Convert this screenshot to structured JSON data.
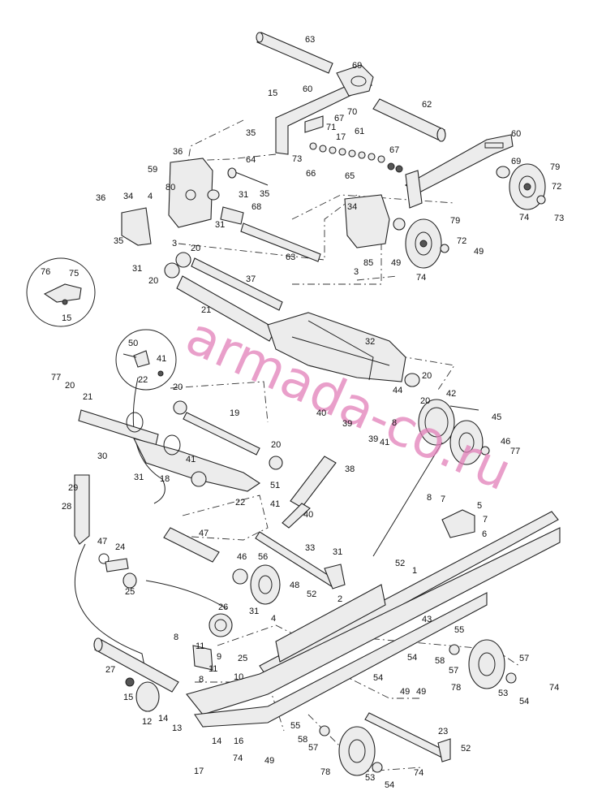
{
  "watermark": "armada-co.ru",
  "callouts": [
    {
      "id": "c63a",
      "text": "63"
    },
    {
      "id": "c69a",
      "text": "69"
    },
    {
      "id": "c60a",
      "text": "60"
    },
    {
      "id": "c15a",
      "text": "15"
    },
    {
      "id": "c70",
      "text": "70"
    },
    {
      "id": "c67a",
      "text": "67"
    },
    {
      "id": "c71",
      "text": "71"
    },
    {
      "id": "c61",
      "text": "61"
    },
    {
      "id": "c17a",
      "text": "17"
    },
    {
      "id": "c62",
      "text": "62"
    },
    {
      "id": "c60b",
      "text": "60"
    },
    {
      "id": "c35a",
      "text": "35"
    },
    {
      "id": "c73a",
      "text": "73"
    },
    {
      "id": "c66",
      "text": "66"
    },
    {
      "id": "c65",
      "text": "65"
    },
    {
      "id": "c67b",
      "text": "67"
    },
    {
      "id": "c36a",
      "text": "36"
    },
    {
      "id": "c64",
      "text": "64"
    },
    {
      "id": "c59",
      "text": "59"
    },
    {
      "id": "c80",
      "text": "80"
    },
    {
      "id": "c35b",
      "text": "35"
    },
    {
      "id": "c36b",
      "text": "36"
    },
    {
      "id": "c34a",
      "text": "34"
    },
    {
      "id": "c4a",
      "text": "4"
    },
    {
      "id": "c31a",
      "text": "31"
    },
    {
      "id": "c68",
      "text": "68"
    },
    {
      "id": "c35c",
      "text": "35"
    },
    {
      "id": "c31b",
      "text": "31"
    },
    {
      "id": "c69b",
      "text": "69"
    },
    {
      "id": "c79a",
      "text": "79"
    },
    {
      "id": "c72a",
      "text": "72"
    },
    {
      "id": "c74a",
      "text": "74"
    },
    {
      "id": "c73b",
      "text": "73"
    },
    {
      "id": "c34b",
      "text": "34"
    },
    {
      "id": "c79b",
      "text": "79"
    },
    {
      "id": "c3a",
      "text": "3"
    },
    {
      "id": "c20a",
      "text": "20"
    },
    {
      "id": "c63b",
      "text": "63"
    },
    {
      "id": "c72b",
      "text": "72"
    },
    {
      "id": "c85",
      "text": "85"
    },
    {
      "id": "c49a",
      "text": "49"
    },
    {
      "id": "c49b",
      "text": "49"
    },
    {
      "id": "c3b",
      "text": "3"
    },
    {
      "id": "c74b",
      "text": "74"
    },
    {
      "id": "c76",
      "text": "76"
    },
    {
      "id": "c75",
      "text": "75"
    },
    {
      "id": "c15b",
      "text": "15"
    },
    {
      "id": "c31c",
      "text": "31"
    },
    {
      "id": "c37",
      "text": "37"
    },
    {
      "id": "c20b",
      "text": "20"
    },
    {
      "id": "c21a",
      "text": "21"
    },
    {
      "id": "c32",
      "text": "32"
    },
    {
      "id": "c50",
      "text": "50"
    },
    {
      "id": "c41a",
      "text": "41"
    },
    {
      "id": "c22a",
      "text": "22"
    },
    {
      "id": "c20c",
      "text": "20"
    },
    {
      "id": "c77a",
      "text": "77"
    },
    {
      "id": "c20d",
      "text": "20"
    },
    {
      "id": "c20e",
      "text": "20"
    },
    {
      "id": "c44",
      "text": "44"
    },
    {
      "id": "c42",
      "text": "42"
    },
    {
      "id": "c21b",
      "text": "21"
    },
    {
      "id": "c20f",
      "text": "20"
    },
    {
      "id": "c40a",
      "text": "40"
    },
    {
      "id": "c39a",
      "text": "39"
    },
    {
      "id": "c8a",
      "text": "8"
    },
    {
      "id": "c19",
      "text": "19"
    },
    {
      "id": "c45",
      "text": "45"
    },
    {
      "id": "c39b",
      "text": "39"
    },
    {
      "id": "c41b",
      "text": "41"
    },
    {
      "id": "c46a",
      "text": "46"
    },
    {
      "id": "c77b",
      "text": "77"
    },
    {
      "id": "c30",
      "text": "30"
    },
    {
      "id": "c20g",
      "text": "20"
    },
    {
      "id": "c41c",
      "text": "41"
    },
    {
      "id": "c38",
      "text": "38"
    },
    {
      "id": "c31d",
      "text": "31"
    },
    {
      "id": "c18",
      "text": "18"
    },
    {
      "id": "c51",
      "text": "51"
    },
    {
      "id": "c29",
      "text": "29"
    },
    {
      "id": "c22b",
      "text": "22"
    },
    {
      "id": "c8b",
      "text": "8"
    },
    {
      "id": "c7a",
      "text": "7"
    },
    {
      "id": "c5",
      "text": "5"
    },
    {
      "id": "c28",
      "text": "28"
    },
    {
      "id": "c41d",
      "text": "41"
    },
    {
      "id": "c40b",
      "text": "40"
    },
    {
      "id": "c7b",
      "text": "7"
    },
    {
      "id": "c6",
      "text": "6"
    },
    {
      "id": "c47a",
      "text": "47"
    },
    {
      "id": "c33",
      "text": "33"
    },
    {
      "id": "c31e",
      "text": "31"
    },
    {
      "id": "c47b",
      "text": "47"
    },
    {
      "id": "c24",
      "text": "24"
    },
    {
      "id": "c46b",
      "text": "46"
    },
    {
      "id": "c56",
      "text": "56"
    },
    {
      "id": "c52a",
      "text": "52"
    },
    {
      "id": "c1",
      "text": "1"
    },
    {
      "id": "c48",
      "text": "48"
    },
    {
      "id": "c52b",
      "text": "52"
    },
    {
      "id": "c25a",
      "text": "25"
    },
    {
      "id": "c2",
      "text": "2"
    },
    {
      "id": "c26",
      "text": "26"
    },
    {
      "id": "c31f",
      "text": "31"
    },
    {
      "id": "c4b",
      "text": "4"
    },
    {
      "id": "c43",
      "text": "43"
    },
    {
      "id": "c55a",
      "text": "55"
    },
    {
      "id": "c8c",
      "text": "8"
    },
    {
      "id": "c11a",
      "text": "11"
    },
    {
      "id": "c9",
      "text": "9"
    },
    {
      "id": "c25b",
      "text": "25"
    },
    {
      "id": "c54a",
      "text": "54"
    },
    {
      "id": "c58a",
      "text": "58"
    },
    {
      "id": "c57a",
      "text": "57"
    },
    {
      "id": "c27",
      "text": "27"
    },
    {
      "id": "c11b",
      "text": "11"
    },
    {
      "id": "c57b",
      "text": "57"
    },
    {
      "id": "c8d",
      "text": "8"
    },
    {
      "id": "c10",
      "text": "10"
    },
    {
      "id": "c54b",
      "text": "54"
    },
    {
      "id": "c49c",
      "text": "49"
    },
    {
      "id": "c49d",
      "text": "49"
    },
    {
      "id": "c78a",
      "text": "78"
    },
    {
      "id": "c53a",
      "text": "53"
    },
    {
      "id": "c74c",
      "text": "74"
    },
    {
      "id": "c15c",
      "text": "15"
    },
    {
      "id": "c54c",
      "text": "54"
    },
    {
      "id": "c12",
      "text": "12"
    },
    {
      "id": "c14a",
      "text": "14"
    },
    {
      "id": "c13",
      "text": "13"
    },
    {
      "id": "c55b",
      "text": "55"
    },
    {
      "id": "c23",
      "text": "23"
    },
    {
      "id": "c58b",
      "text": "58"
    },
    {
      "id": "c14b",
      "text": "14"
    },
    {
      "id": "c16",
      "text": "16"
    },
    {
      "id": "c57c",
      "text": "57"
    },
    {
      "id": "c52c",
      "text": "52"
    },
    {
      "id": "c74d",
      "text": "74"
    },
    {
      "id": "c49e",
      "text": "49"
    },
    {
      "id": "c17b",
      "text": "17"
    },
    {
      "id": "c78b",
      "text": "78"
    },
    {
      "id": "c53b",
      "text": "53"
    },
    {
      "id": "c74e",
      "text": "74"
    },
    {
      "id": "c54d",
      "text": "54"
    }
  ]
}
